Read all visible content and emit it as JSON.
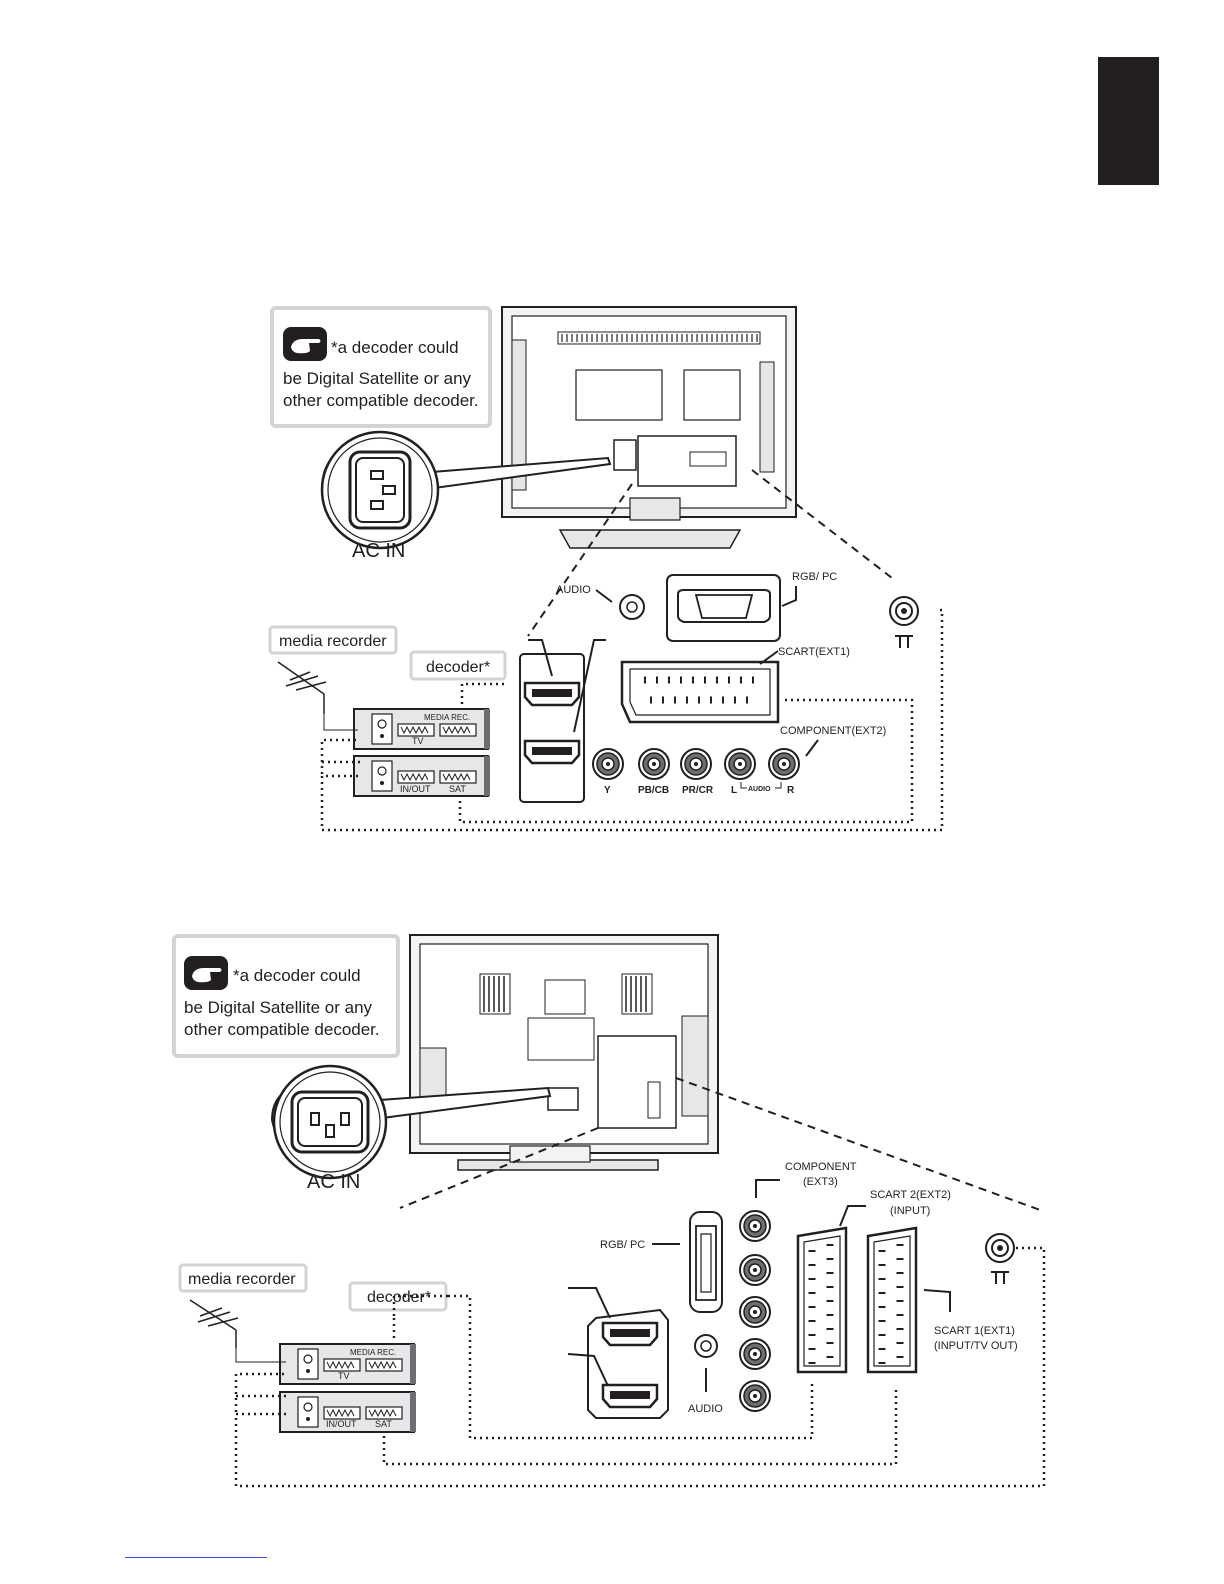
{
  "side_tab_color": "#231f20",
  "footer_rule_color": "#3b4bd1",
  "diagram1": {
    "note": {
      "icon": "pointing-hand-icon",
      "line1": "*a decoder could",
      "line2": "be Digital Satellite or any",
      "line3": "other compatible decoder."
    },
    "ac_in_label": "AC IN",
    "labels": {
      "audio": "AUDIO",
      "rgb_pc": "RGB/ PC",
      "scart": "SCART(EXT1)",
      "component": "COMPONENT(EXT2)",
      "media_recorder": "media recorder",
      "decoder": "decoder*",
      "media_rec": "MEDIA REC.",
      "tv": "TV",
      "in_out": "IN/OUT",
      "sat": "SAT",
      "y": "Y",
      "pb": "PB/CB",
      "pr": "PR/CR",
      "l": "L",
      "audio_small": "AUDIO",
      "r": "R"
    }
  },
  "diagram2": {
    "note": {
      "icon": "pointing-hand-icon",
      "line1": "*a decoder could",
      "line2": "be Digital Satellite or any",
      "line3": "other compatible decoder."
    },
    "ac_in_label": "AC IN",
    "labels": {
      "component_1": "COMPONENT",
      "component_2": "(EXT3)",
      "scart2_1": "SCART 2(EXT2)",
      "scart2_2": "(INPUT)",
      "rgb_pc": "RGB/ PC",
      "scart1_1": "SCART 1(EXT1)",
      "scart1_2": "(INPUT/TV OUT)",
      "audio": "AUDIO",
      "media_recorder": "media recorder",
      "decoder": "decoder*",
      "media_rec": "MEDIA REC.",
      "tv": "TV",
      "in_out": "IN/OUT",
      "sat": "SAT"
    }
  }
}
